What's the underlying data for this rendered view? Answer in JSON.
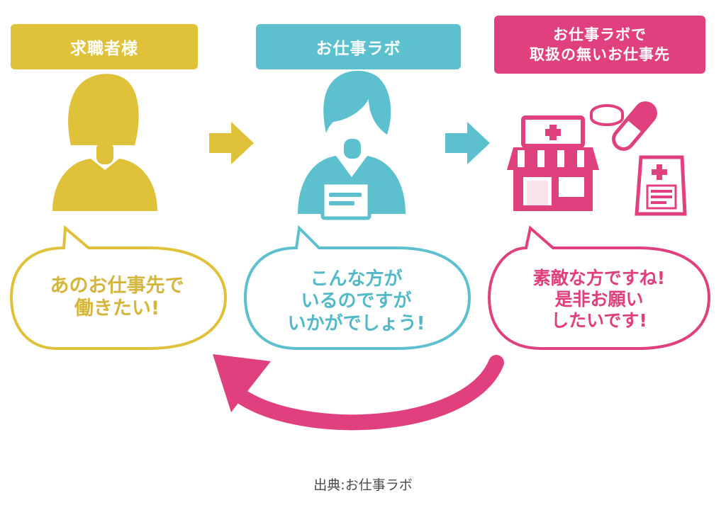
{
  "labels": {
    "job_seeker": "求職者様",
    "agency": "お仕事ラボ",
    "employer_line1": "お仕事ラボで",
    "employer_line2": "取扱の無いお仕事先"
  },
  "bubbles": {
    "job_seeker": [
      "あのお仕事先で",
      "働きたい!"
    ],
    "agency": [
      "こんな方が",
      "いるのですが",
      "いかがでしょう!"
    ],
    "employer": [
      "素敵な方ですね!",
      "是非お願い",
      "したいです!"
    ]
  },
  "caption": "出典:お仕事ラボ",
  "colors": {
    "yellow": "#dfc13a",
    "teal": "#5cc0cf",
    "pink": "#e1407f"
  },
  "icons": {
    "job_seeker": "woman-person-icon",
    "agency": "agent-person-icon",
    "employer": "pharmacy-store-icon",
    "extras": [
      "pill-tablet-icon",
      "capsule-icon",
      "medicine-bag-icon"
    ]
  }
}
